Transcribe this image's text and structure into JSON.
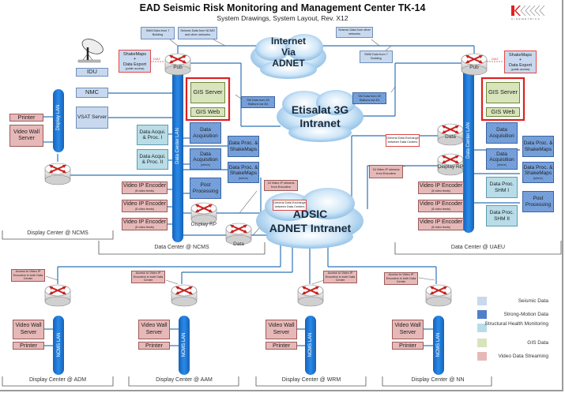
{
  "header": {
    "title": "EAD Seismic Risk Monitoring and Management Center TK-14",
    "subtitle": "System Drawings, System Layout, Rev. X12",
    "logo_text": "KINEMETRICS"
  },
  "clouds": {
    "internet": "Internet Via ADNET",
    "internet_lines": [
      "Internet",
      "Via",
      "ADNET"
    ],
    "etisalat_lines": [
      "Etisalat 3G",
      "Intranet"
    ],
    "adsic_lines": [
      "ADSIC",
      "ADNET Intranet"
    ]
  },
  "ncms": {
    "smm_note": "SMM Data from 7 Building",
    "seismic_note": "Seismic Data from NCMS and other networks",
    "shakemaps_export": {
      "line1": "ShakeMaps",
      "line2": "+",
      "line3": "Data Export",
      "sub": "(public access)"
    },
    "dmz": "DMZ",
    "pub_router": "Pub",
    "idu": "IDU",
    "nmc": "NMC",
    "vsat_server": "VSAT Server",
    "gis_server": "GIS Server",
    "gis_web": "GIS Web",
    "sm_note": "SM Data from 50 Stations via 3G",
    "data_acq_proc_1": "Data Acqui. & Proc. I",
    "data_acq_proc_2": "Data Acqui. & Proc. II",
    "data_acquisition": "Data Acquisition",
    "data_acquisition_mirror": {
      "label": "Data Acquisition",
      "sub": "(mirror)"
    },
    "data_proc_shakemaps": "Data Proc. & ShakeMaps",
    "data_proc_shakemaps_mirror": {
      "label": "Data Proc. & ShakeMaps",
      "sub": "(mirror)"
    },
    "post_processing": "Post Processing",
    "video_encoders": [
      {
        "label": "Video IP Encoder",
        "sub": "(8 video feeds)"
      },
      {
        "label": "Video IP Encoder",
        "sub": "(8 video feeds)"
      },
      {
        "label": "Video IP Encoder",
        "sub": "(8 video feeds)"
      }
    ],
    "lan_label": "Data Center LAN",
    "display_rp": "Display RP",
    "data_router": "Data",
    "video_streams_note": "16 Video IP streams from Encoders",
    "general_data_note": "General Data Exchange between Data Centers",
    "region_label": "Data Center @ NCMS"
  },
  "display_ncms": {
    "printer": "Printer",
    "video_wall_server": "Video Wall Server",
    "lan_label": "Display LAN",
    "region_label": "Display Center @ NCMS"
  },
  "uaeu": {
    "seismic_note": "Seismic Data from other networks",
    "smm_note": "SMM Data from 7 Building",
    "sm_note": "SM Data from 50 Stations via 3G",
    "pub_router": "Pub",
    "dmz": "DMZ",
    "shakemaps_export": {
      "line1": "ShakeMaps",
      "line2": "+",
      "line3": "Data Export",
      "sub": "(public access)"
    },
    "gis_server": "GIS Server",
    "gis_web": "GIS Web",
    "data_router": "Data",
    "display_rp": "Display RP",
    "general_data_note": "General Data Exchange between Data Centers",
    "video_streams_note": "16 Video IP streams from Encoders",
    "data_acquisition": "Data Acquisition",
    "data_acquisition_mirror": {
      "label": "Data Acquisition",
      "sub": "(mirror)"
    },
    "data_proc_shakemaps": "Data Proc. & ShakeMaps",
    "data_proc_shakemaps_mirror": {
      "label": "Data Proc. & ShakeMaps",
      "sub": "(mirror)"
    },
    "data_proc_shm_1": "Data Proc. SHM I",
    "data_proc_shm_2": "Data Proc. SHM II",
    "post_processing": "Post Processing",
    "video_encoders": [
      {
        "label": "Video IP Encoder",
        "sub": "(8 video feeds)"
      },
      {
        "label": "Video IP Encoder",
        "sub": "(8 video feeds)"
      },
      {
        "label": "Video IP Encoder",
        "sub": "(8 video feeds)"
      }
    ],
    "lan_label": "Data Center LAN",
    "region_label": "Data Center @ UAEU"
  },
  "display_centers": [
    {
      "region_label": "Display Center @ ADM",
      "access_note": "Access to Video IP Encoders in both Data Center",
      "video_wall_server": "Video Wall Server",
      "printer": "Printer",
      "lan_label": "NCMS LAN"
    },
    {
      "region_label": "Display Center @ AAM",
      "access_note": "Access to Video IP Encoders in both Data Center",
      "video_wall_server": "Video Wall Server",
      "printer": "Printer",
      "lan_label": "NCMS LAN"
    },
    {
      "region_label": "Display Center @ WRM",
      "access_note": "Access to Video IP Encoders in both Data Center",
      "video_wall_server": "Video Wall Server",
      "printer": "Printer",
      "lan_label": "NCMS LAN"
    },
    {
      "region_label": "Display Center @ NN",
      "access_note": "Access to Video IP Encoders in both Data Center",
      "video_wall_server": "Video Wall Server",
      "printer": "Printer",
      "lan_label": "NCMS LAN"
    }
  ],
  "legend": [
    {
      "label": "Seismic Data",
      "color": "#c8d9ef"
    },
    {
      "label": "Strong-Motion Data",
      "color": "#4f7fc9"
    },
    {
      "label": "Structural Health Monitoring",
      "color": "#b8dde8"
    },
    {
      "label": "GIS Data",
      "color": "#d8e4bc"
    },
    {
      "label": "Video Data Streaming",
      "color": "#e6b9b8"
    }
  ],
  "colors": {
    "link": "#2e75b6",
    "lan": "#1f7fd6",
    "gis_highlight": "#e02020",
    "router_arrow": "#c8201e"
  }
}
